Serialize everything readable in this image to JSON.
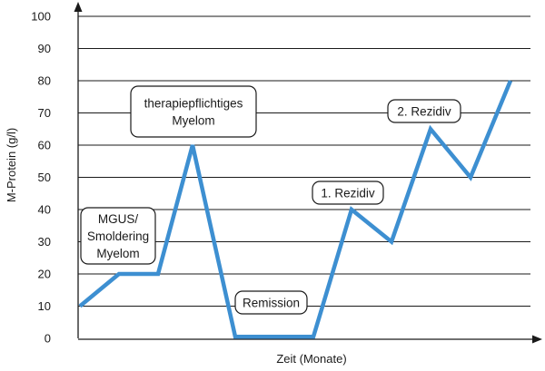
{
  "chart_data": {
    "type": "line",
    "xlabel": "Zeit (Monate)",
    "ylabel": "M-Protein (g/l)",
    "ylim": [
      0,
      100
    ],
    "yticks": [
      0,
      10,
      20,
      30,
      40,
      50,
      60,
      70,
      80,
      90,
      100
    ],
    "grid": "horizontal",
    "line_color": "#3d8fd1",
    "series": [
      {
        "x": [
          0,
          1,
          2,
          3,
          4,
          5,
          6,
          7,
          8,
          9,
          10,
          11
        ],
        "y": [
          10,
          20,
          20,
          60,
          0.5,
          0.5,
          0.5,
          40,
          30,
          65,
          50,
          80
        ]
      }
    ],
    "annotations": [
      {
        "lines": [
          "MGUS/",
          "Smoldering",
          "Myelom"
        ]
      },
      {
        "lines": [
          "therapiepflichtiges",
          "Myelom"
        ]
      },
      {
        "lines": [
          "Remission"
        ]
      },
      {
        "lines": [
          "1. Rezidiv"
        ]
      },
      {
        "lines": [
          "2. Rezidiv"
        ]
      }
    ]
  }
}
